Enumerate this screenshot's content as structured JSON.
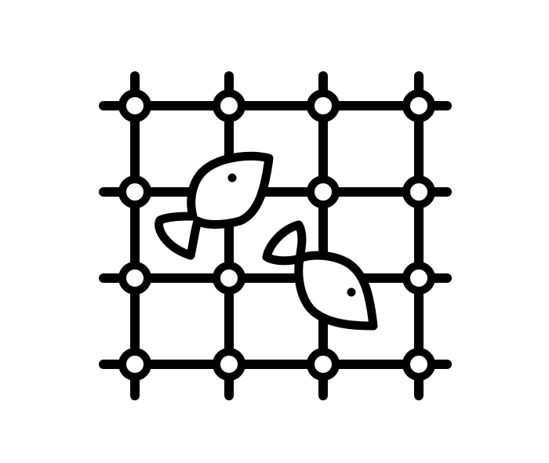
{
  "icon": {
    "name": "fishing-net-with-fish-icon",
    "stroke_color": "#000000",
    "background_color": "#ffffff",
    "grid": {
      "rows": 4,
      "columns": 4,
      "knots": [
        "knot",
        "knot",
        "knot",
        "knot",
        "knot",
        "knot",
        "knot",
        "knot",
        "knot",
        "knot",
        "knot",
        "knot",
        "knot",
        "knot"
      ]
    },
    "fish_count": 2
  }
}
